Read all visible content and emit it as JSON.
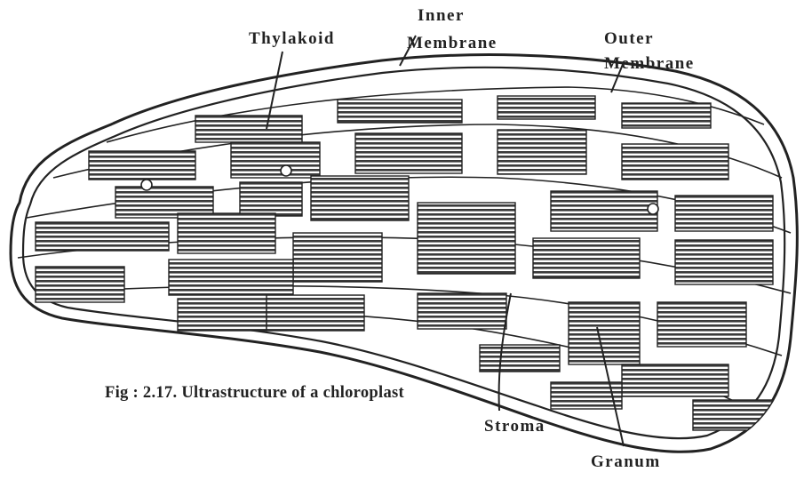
{
  "figure": {
    "caption": "Fig : 2.17. Ultrastructure of a chloroplast",
    "labels": {
      "thylakoid": "Thylakoid",
      "inner_membrane_line1": "Inner",
      "inner_membrane_line2": "Membrane",
      "outer_membrane_line1": "Outer",
      "outer_membrane_line2": "Membrane",
      "stroma": "Stroma",
      "granum": "Granum"
    }
  },
  "colors": {
    "ink": "#222222",
    "granum_fill": "#6a6a6a",
    "background": "#ffffff"
  }
}
